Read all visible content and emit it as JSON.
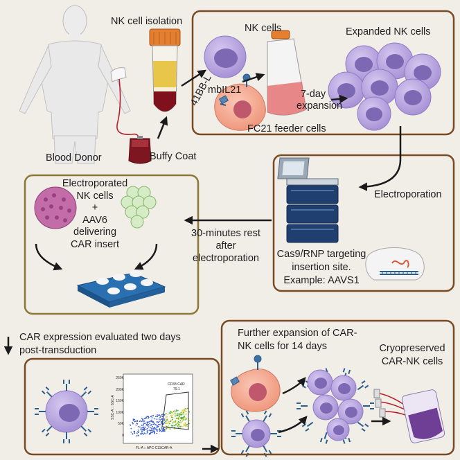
{
  "labels": {
    "nk_cell_isolation": "NK cell isolation",
    "blood_donor": "Blood Donor",
    "buffy_coat": "Buffy Coat",
    "nk_cells": "NK cells",
    "expanded_nk_cells": "Expanded NK cells",
    "mbil21": "mbIL21",
    "41bbl": "41BB-L",
    "fc21_feeder": "FC21 feeder cells",
    "expansion_7day": [
      "7-day",
      "expansion"
    ],
    "electroporation": "Electroporation",
    "electroporated": [
      "Electroporated",
      "NK cells",
      "+",
      "AAV6",
      "delivering",
      "CAR insert"
    ],
    "rest": [
      "30-minutes rest",
      "after",
      "electroporation"
    ],
    "cas9": [
      "Cas9/RNP targeting",
      "insertion site.",
      "Example: AAVS1"
    ],
    "car_eval": [
      "CAR expression evaluated two days",
      "post-transduction"
    ],
    "further_expansion": [
      "Further expansion of CAR-",
      "NK cells for 14 days"
    ],
    "cryopreserved": [
      "Cryopreserved",
      "CAR-NK cells"
    ],
    "flow": {
      "gate": "CD33 CAR",
      "gate_pct": "79.1",
      "x_axis": "FL-A :: APC-C33CAR-A",
      "y_axis": "SSC-A :: SSC-A"
    }
  },
  "flow_axis_ticks": [
    "250K",
    "200K",
    "150K",
    "100K",
    "50K",
    "0"
  ],
  "colors": {
    "box_border": "#7a4a22",
    "box_olive": "#8b7833",
    "nk_purple": "#b7a4df",
    "nk_nucleus": "#7d68b4",
    "feeder": "#f0a38c",
    "receptor": "#2b5d8a",
    "blood": "#8a1a22",
    "background": "#f1ede7"
  }
}
